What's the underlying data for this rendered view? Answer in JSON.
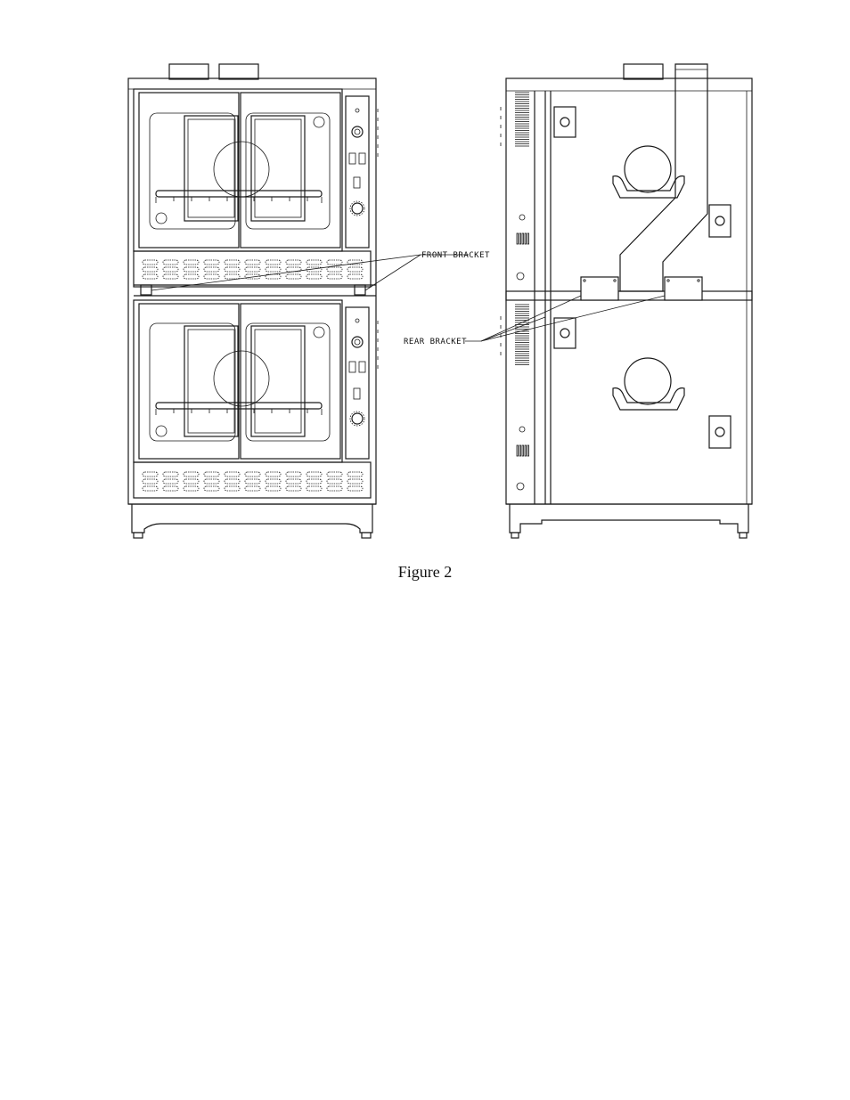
{
  "caption": "Figure 2",
  "labels": {
    "front_bracket": "FRONT BRACKET",
    "rear_bracket": "REAR BRACKET"
  },
  "colors": {
    "line": "#1a1a1a",
    "background": "#ffffff"
  }
}
